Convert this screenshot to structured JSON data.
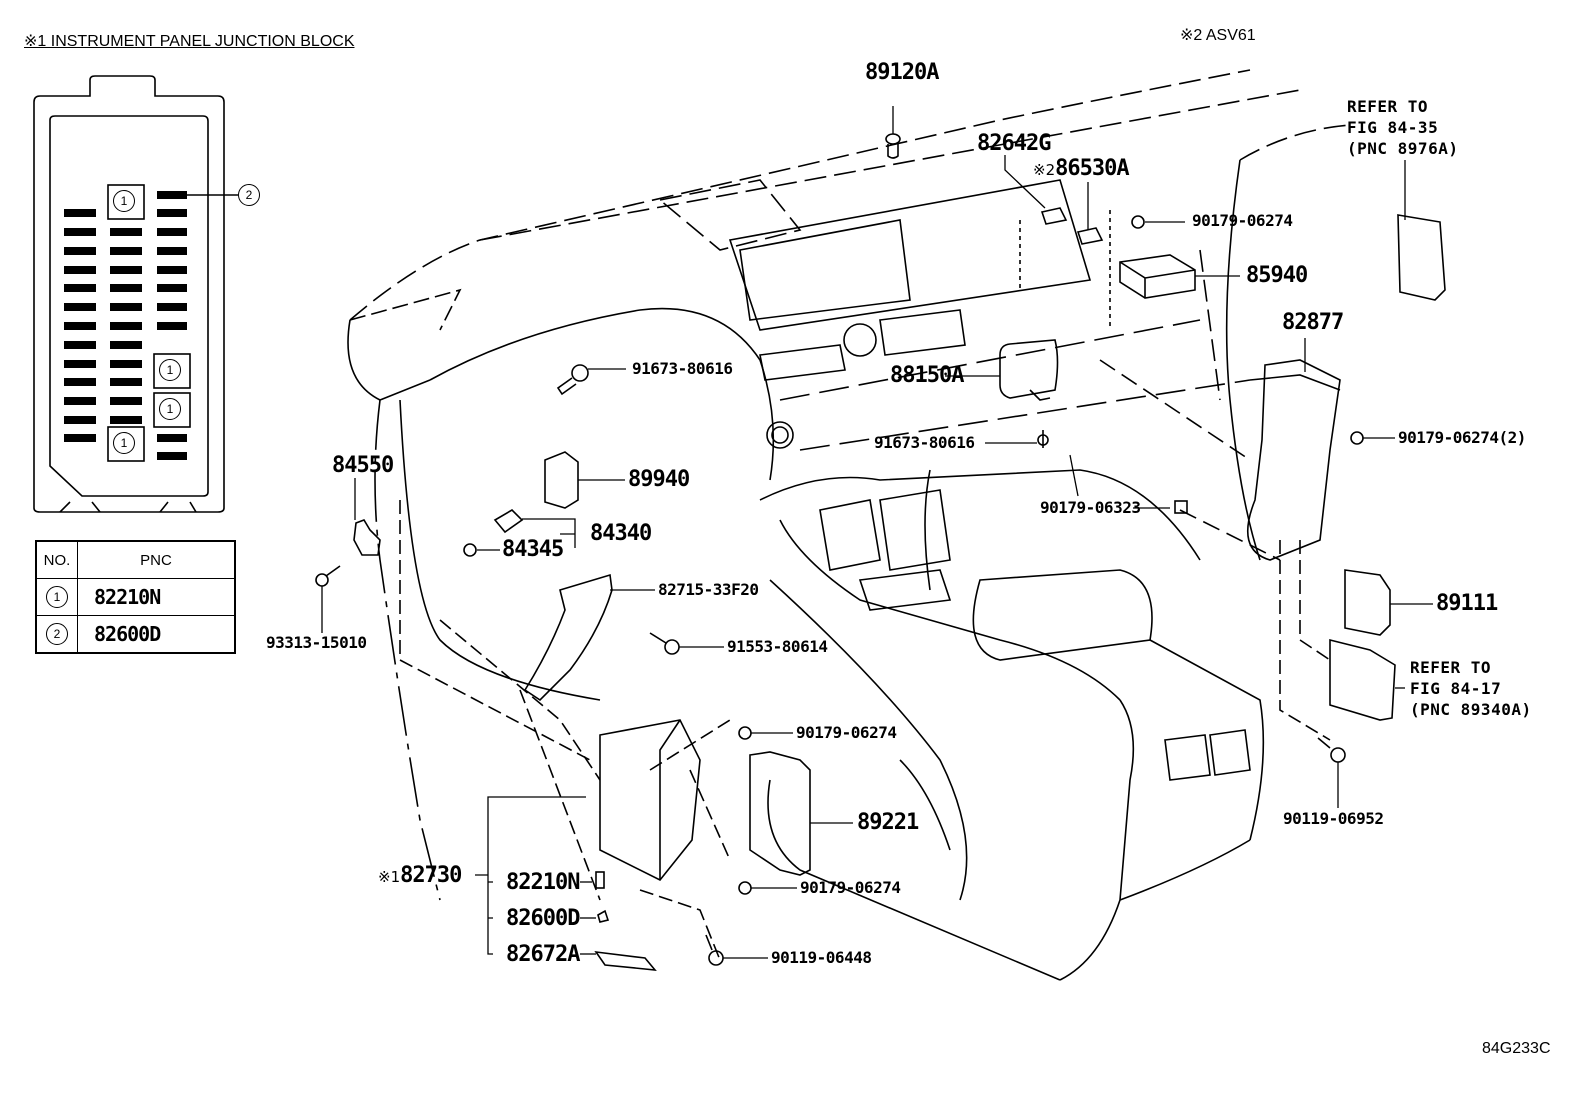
{
  "header": {
    "junction_block_title": "※1 INSTRUMENT PANEL JUNCTION BLOCK",
    "model_note": "※2 ASV61"
  },
  "junction_block": {
    "callout_1": "1",
    "callout_2": "2",
    "table": {
      "headers": [
        "NO.",
        "PNC"
      ],
      "rows": [
        {
          "no": "1",
          "pnc": "82210N"
        },
        {
          "no": "2",
          "pnc": "82600D"
        }
      ]
    }
  },
  "parts": {
    "p89120A": "89120A",
    "p82642G": "82642G",
    "p86530A_mark": "※2",
    "p86530A": "86530A",
    "p90179_06274_top": "90179-06274",
    "p85940": "85940",
    "p82877": "82877",
    "p91673_80616_a": "91673-80616",
    "p88150A": "88150A",
    "p91673_80616_b": "91673-80616",
    "p90179_06274_2": "90179-06274(2)",
    "p90179_06323": "90179-06323",
    "p84550": "84550",
    "p89940": "89940",
    "p84340": "84340",
    "p84345": "84345",
    "p82715_33F20": "82715-33F20",
    "p93313_15010": "93313-15010",
    "p91553_80614": "91553-80614",
    "p89111": "89111",
    "p90119_06952": "90119-06952",
    "p90179_06274_mid": "90179-06274",
    "p89221": "89221",
    "p90179_06274_low": "90179-06274",
    "p82730_mark": "※1",
    "p82730": "82730",
    "p82210N": "82210N",
    "p82600D": "82600D",
    "p82672A": "82672A",
    "p90119_06448": "90119-06448"
  },
  "references": {
    "ref_top": [
      "REFER TO",
      "FIG 84-35",
      "(PNC 8976A)"
    ],
    "ref_bottom": [
      "REFER TO",
      "FIG 84-17",
      "(PNC 89340A)"
    ]
  },
  "figure_id": "84G233C"
}
